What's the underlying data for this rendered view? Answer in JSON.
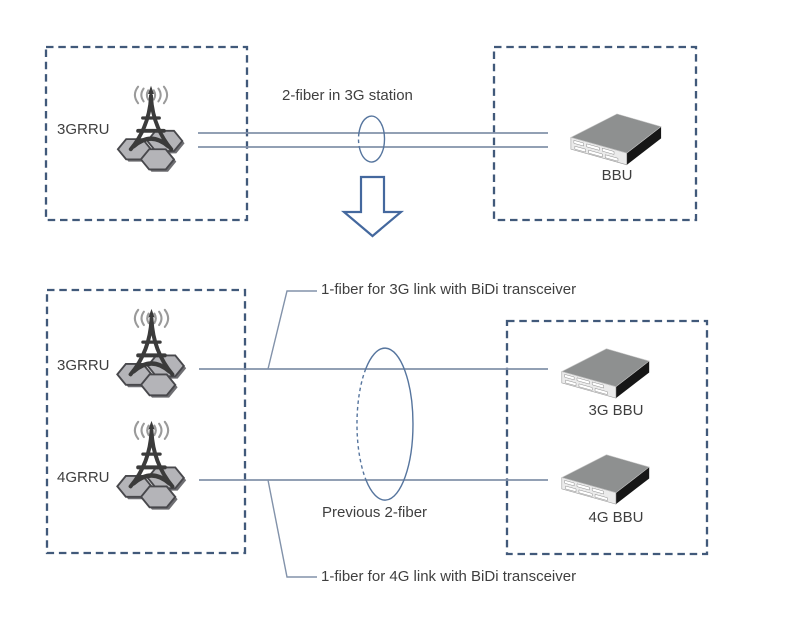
{
  "colors": {
    "box_border": "#41597a",
    "fiber_line": "#8292aa",
    "ellipse_stroke": "#56759e",
    "arrow_stroke": "#44689e",
    "text": "#3f3f3f",
    "tower": "#3b3b3b",
    "wave": "#9a9a9a",
    "hexagon_fill": "#b4b4b8",
    "hexagon_stroke": "#48484c",
    "device_top": "#8e9090",
    "device_front": "#ebebeb",
    "device_side": "#161616"
  },
  "top": {
    "rru_label": "3GRRU",
    "bbu_label": "BBU",
    "fiber_label": "2-fiber in 3G station"
  },
  "bottom": {
    "rru_3g_label": "3GRRU",
    "rru_4g_label": "4GRRU",
    "bbu_3g_label": "3G BBU",
    "bbu_4g_label": "4G BBU",
    "callout_3g_label": "1-fiber for 3G link with BiDi transceiver",
    "callout_4g_label": "1-fiber for 4G link with BiDi transceiver",
    "previous_fiber_label": "Previous 2-fiber"
  }
}
